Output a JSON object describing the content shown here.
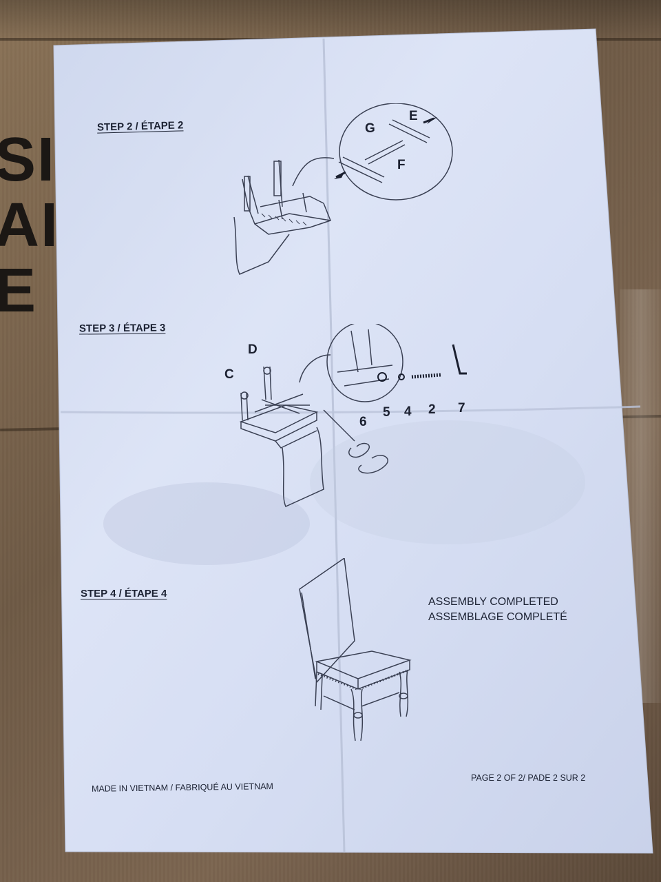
{
  "background": {
    "printed_letters": [
      "SI",
      "AI",
      "E"
    ],
    "colors": {
      "cardboard": "#7b6550",
      "paper": "#d9e1f5"
    }
  },
  "sheet": {
    "steps": [
      {
        "id": "step2",
        "label": "STEP 2  / ÉTAPE 2",
        "parts": [
          "E",
          "G",
          "F"
        ]
      },
      {
        "id": "step3",
        "label": "STEP 3  / ÉTAPE 3",
        "parts": [
          "D",
          "C",
          "6",
          "5",
          "4",
          "2",
          "7"
        ]
      },
      {
        "id": "step4",
        "label": "STEP 4  / ÉTAPE 4",
        "parts": []
      }
    ],
    "completion": {
      "line1": "ASSEMBLY COMPLETED",
      "line2": "ASSEMBLAGE COMPLETÉ"
    },
    "footer": {
      "made_in": "MADE IN VIETNAM / FABRIQUÉ AU VIETNAM",
      "page": "PAGE 2 OF 2/ PADE 2 SUR 2"
    }
  }
}
